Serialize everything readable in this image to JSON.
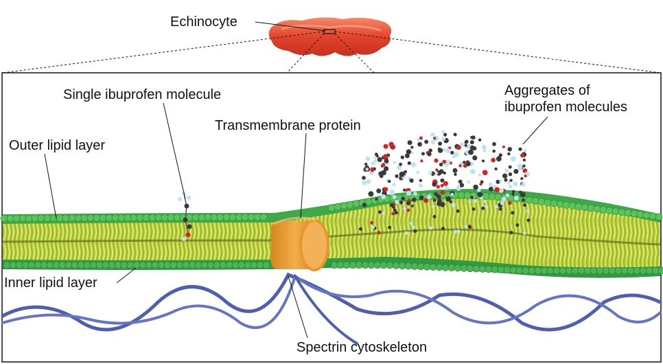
{
  "labels": {
    "echinocyte": "Echinocyte",
    "single_ibuprofen": "Single ibuprofen molecule",
    "outer_lipid": "Outer lipid layer",
    "transmembrane": "Transmembrane protein",
    "aggregates_line1": "Aggregates of",
    "aggregates_line2": "ibuprofen molecules",
    "inner_lipid": "Inner lipid layer",
    "spectrin": "Spectrin cytoskeleton"
  },
  "colors": {
    "cell": "#e2442b",
    "cell_light": "#f07a5a",
    "lipid_head": "#3fa84a",
    "lipid_head_light": "#7fd07a",
    "lipid_tail": "#c9dc45",
    "protein": "#e89b34",
    "protein_dark": "#c97a1e",
    "spectrin": "#4f5fb0",
    "atom_carbon": "#3a3a3a",
    "atom_oxygen": "#d42525",
    "atom_hydrogen": "#bfe3f2"
  }
}
